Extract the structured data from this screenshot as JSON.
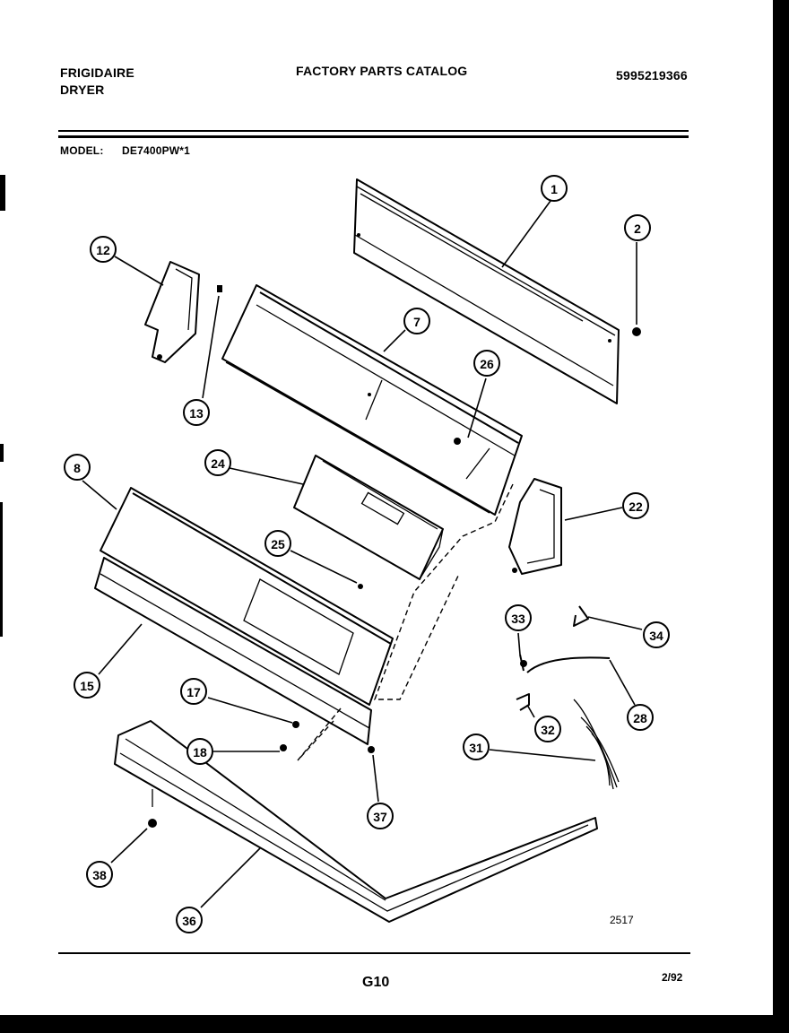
{
  "header": {
    "brand_line1": "FRIGIDAIRE",
    "brand_line2": "DRYER",
    "catalog_title": "FACTORY PARTS CATALOG",
    "catalog_number": "5995219366",
    "model_label": "MODEL:",
    "model_value": "DE7400PW*1"
  },
  "diagram": {
    "callouts": [
      {
        "id": "c1",
        "label": "1"
      },
      {
        "id": "c2",
        "label": "2"
      },
      {
        "id": "c12",
        "label": "12"
      },
      {
        "id": "c7",
        "label": "7"
      },
      {
        "id": "c26",
        "label": "26"
      },
      {
        "id": "c13",
        "label": "13"
      },
      {
        "id": "c8",
        "label": "8"
      },
      {
        "id": "c24",
        "label": "24"
      },
      {
        "id": "c22",
        "label": "22"
      },
      {
        "id": "c25",
        "label": "25"
      },
      {
        "id": "c33",
        "label": "33"
      },
      {
        "id": "c34",
        "label": "34"
      },
      {
        "id": "c15",
        "label": "15"
      },
      {
        "id": "c17",
        "label": "17"
      },
      {
        "id": "c28",
        "label": "28"
      },
      {
        "id": "c32",
        "label": "32"
      },
      {
        "id": "c18",
        "label": "18"
      },
      {
        "id": "c31",
        "label": "31"
      },
      {
        "id": "c37",
        "label": "37"
      },
      {
        "id": "c38",
        "label": "38"
      },
      {
        "id": "c36",
        "label": "36"
      }
    ],
    "drawing_number": "2517"
  },
  "footer": {
    "page_code": "G10",
    "date": "2/92"
  }
}
